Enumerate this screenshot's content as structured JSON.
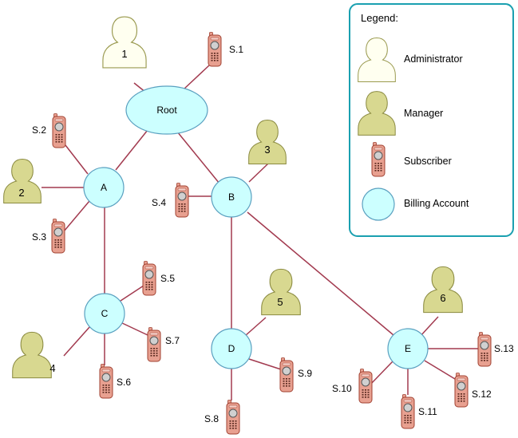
{
  "colors": {
    "edge": "#a23a4f",
    "account_fill": "#ccffff",
    "account_stroke": "#5aa0c0",
    "admin_fill": "#fffff0",
    "admin_stroke": "#9a9a50",
    "manager_fill": "#d8d890",
    "manager_stroke": "#8a8a40",
    "phone_body": "#e8a090",
    "phone_stroke": "#a04030",
    "legend_border": "#1aa0b0"
  },
  "nodes": {
    "root": "Root",
    "A": "A",
    "B": "B",
    "C": "C",
    "D": "D",
    "E": "E"
  },
  "persons": {
    "p1": "1",
    "p2": "2",
    "p3": "3",
    "p4": "4",
    "p5": "5",
    "p6": "6"
  },
  "subscribers": {
    "s1": "S.1",
    "s2": "S.2",
    "s3": "S.3",
    "s4": "S.4",
    "s5": "S.5",
    "s6": "S.6",
    "s7": "S.7",
    "s8": "S.8",
    "s9": "S.9",
    "s10": "S.10",
    "s11": "S.11",
    "s12": "S.12",
    "s13": "S.13"
  },
  "legend": {
    "title": "Legend:",
    "administrator": "Administrator",
    "manager": "Manager",
    "subscriber": "Subscriber",
    "billing_account": "Billing Account"
  }
}
